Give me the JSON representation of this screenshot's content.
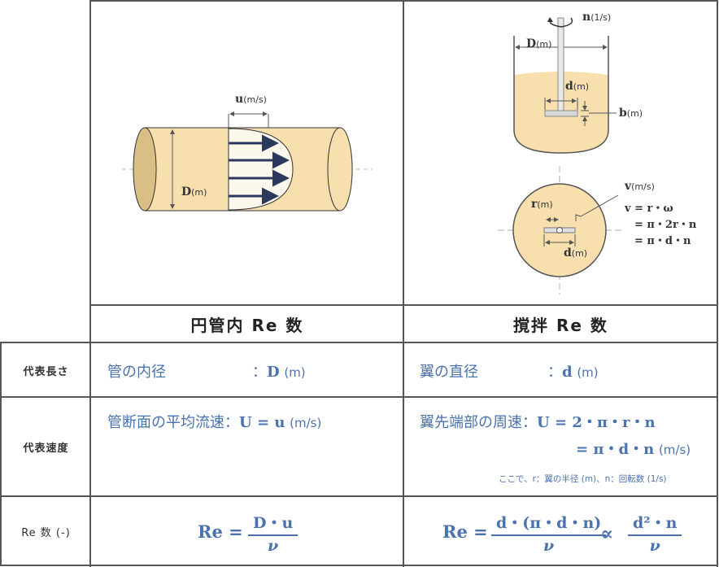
{
  "diagram": {
    "pipe": {
      "velocity_label": "u",
      "velocity_unit": "(m/s)",
      "diameter_label": "D",
      "diameter_unit": "(m)"
    },
    "stirrer": {
      "rotation_label": "n",
      "rotation_unit": "(1/s)",
      "tank_diameter_label": "D",
      "tank_diameter_unit": "(m)",
      "impeller_diameter_label": "d",
      "impeller_diameter_unit": "(m)",
      "blade_width_label": "b",
      "blade_width_unit": "(m)",
      "radius_label": "r",
      "radius_unit": "(m)",
      "tip_speed_label": "v",
      "tip_speed_unit": "(m/s)",
      "eq1": "v = r・ω",
      "eq2": "= π・2r・n",
      "eq3": "= π・d・n",
      "bottom_d_label": "d",
      "bottom_d_unit": "(m)"
    }
  },
  "headers": {
    "pipe": "円管内 Re 数",
    "stirrer": "撹拌 Re 数"
  },
  "rows": {
    "length": {
      "label": "代表長さ",
      "pipe_text": "管の内径",
      "pipe_colon": "：",
      "pipe_symbol": "D",
      "pipe_unit": "(m)",
      "stirrer_text": "翼の直径",
      "stirrer_colon": "：",
      "stirrer_symbol": "d",
      "stirrer_unit": "(m)"
    },
    "velocity": {
      "label": "代表速度",
      "pipe_text": "管断面の平均流速：",
      "pipe_formula": "U = u",
      "pipe_unit": "(m/s)",
      "stirrer_text": "翼先端部の周速：",
      "stirrer_formula1": "U = 2・π・r・n",
      "stirrer_formula2": "= π・d・n",
      "stirrer_unit2": "(m/s)",
      "note": "ここで、r：翼の半径 (m)、n：回転数 (1/s)"
    },
    "re": {
      "label": "Re 数 (-)",
      "pipe_lhs": "Re =",
      "pipe_num": "D・u",
      "pipe_den": "ν",
      "stirrer_lhs": "Re =",
      "stirrer_num": "d・(π・d・n)",
      "stirrer_den": "ν",
      "prop": "∝",
      "stirrer_num2": "d²・n",
      "stirrer_den2": "ν"
    }
  },
  "colors": {
    "fluid": "#f7dfae",
    "fluid_dark": "#d9be86",
    "accent_blue": "#4a72b0",
    "arrow_navy": "#2b3a5c",
    "grid_line": "#555555"
  }
}
